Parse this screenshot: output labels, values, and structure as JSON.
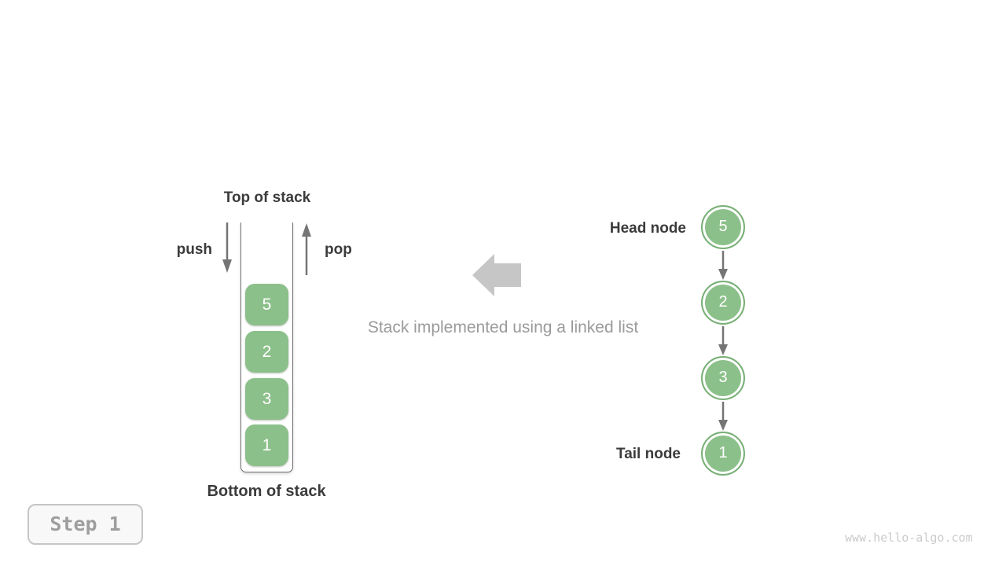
{
  "stack": {
    "top_label": "Top of stack",
    "bottom_label": "Bottom of stack",
    "push_label": "push",
    "pop_label": "pop",
    "items": [
      "5",
      "2",
      "3",
      "1"
    ]
  },
  "caption": {
    "text": "Stack implemented using a linked list"
  },
  "linked_list": {
    "head_label": "Head node",
    "tail_label": "Tail node",
    "nodes": [
      "5",
      "2",
      "3",
      "1"
    ]
  },
  "step_badge": {
    "label": "Step 1"
  },
  "watermark": {
    "text": "www.hello-algo.com"
  },
  "icons": {
    "push_arrow": "arrow-down",
    "pop_arrow": "arrow-up",
    "link_arrow": "arrow-down",
    "big_arrow": "arrow-left"
  },
  "colors": {
    "green_fill": "#8CC08A",
    "green_border": "#79B077",
    "dark_text": "#3B3B3B",
    "gray_arrow": "#757575",
    "container_border": "#6F6F6F",
    "big_arrow_gray": "#C6C6C6",
    "muted_text": "#9A9A9A",
    "step_text": "#9E9E9E",
    "watermark_text": "#CBCBCB"
  }
}
